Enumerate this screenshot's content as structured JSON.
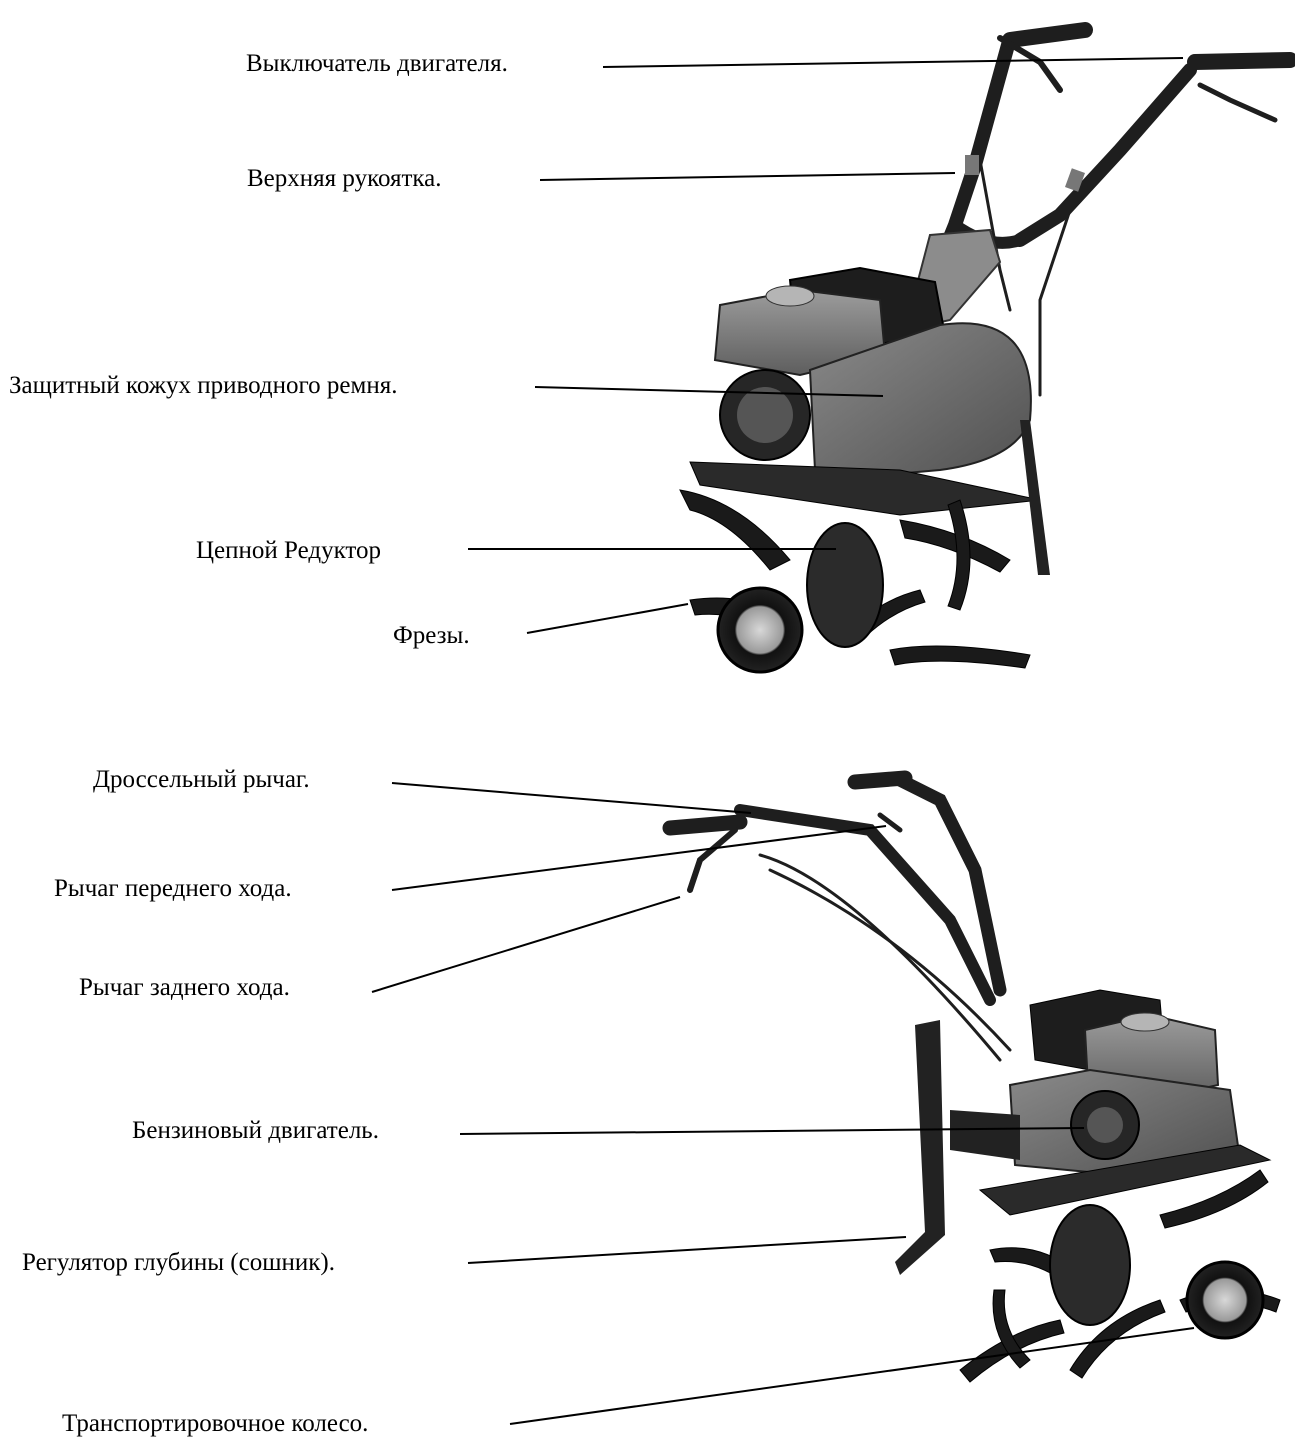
{
  "diagram_top": {
    "labels": [
      "Выключатель двигателя.",
      "Верхняя рукоятка.",
      "Защитный кожух приводного ремня.",
      "Цепной Редуктор",
      "Фрезы."
    ]
  },
  "diagram_bottom": {
    "labels": [
      "Дроссельный рычаг.",
      "Рычаг переднего хода.",
      "Рычаг заднего хода.",
      "Бензиновый двигатель.",
      "Регулятор глубины (сошник).",
      "Транспортировочное колесо."
    ]
  },
  "colors": {
    "line": "#000000",
    "machine_body": "#6e6e6e",
    "machine_dark": "#1c1c1c",
    "machine_light": "#9a9a9a"
  }
}
